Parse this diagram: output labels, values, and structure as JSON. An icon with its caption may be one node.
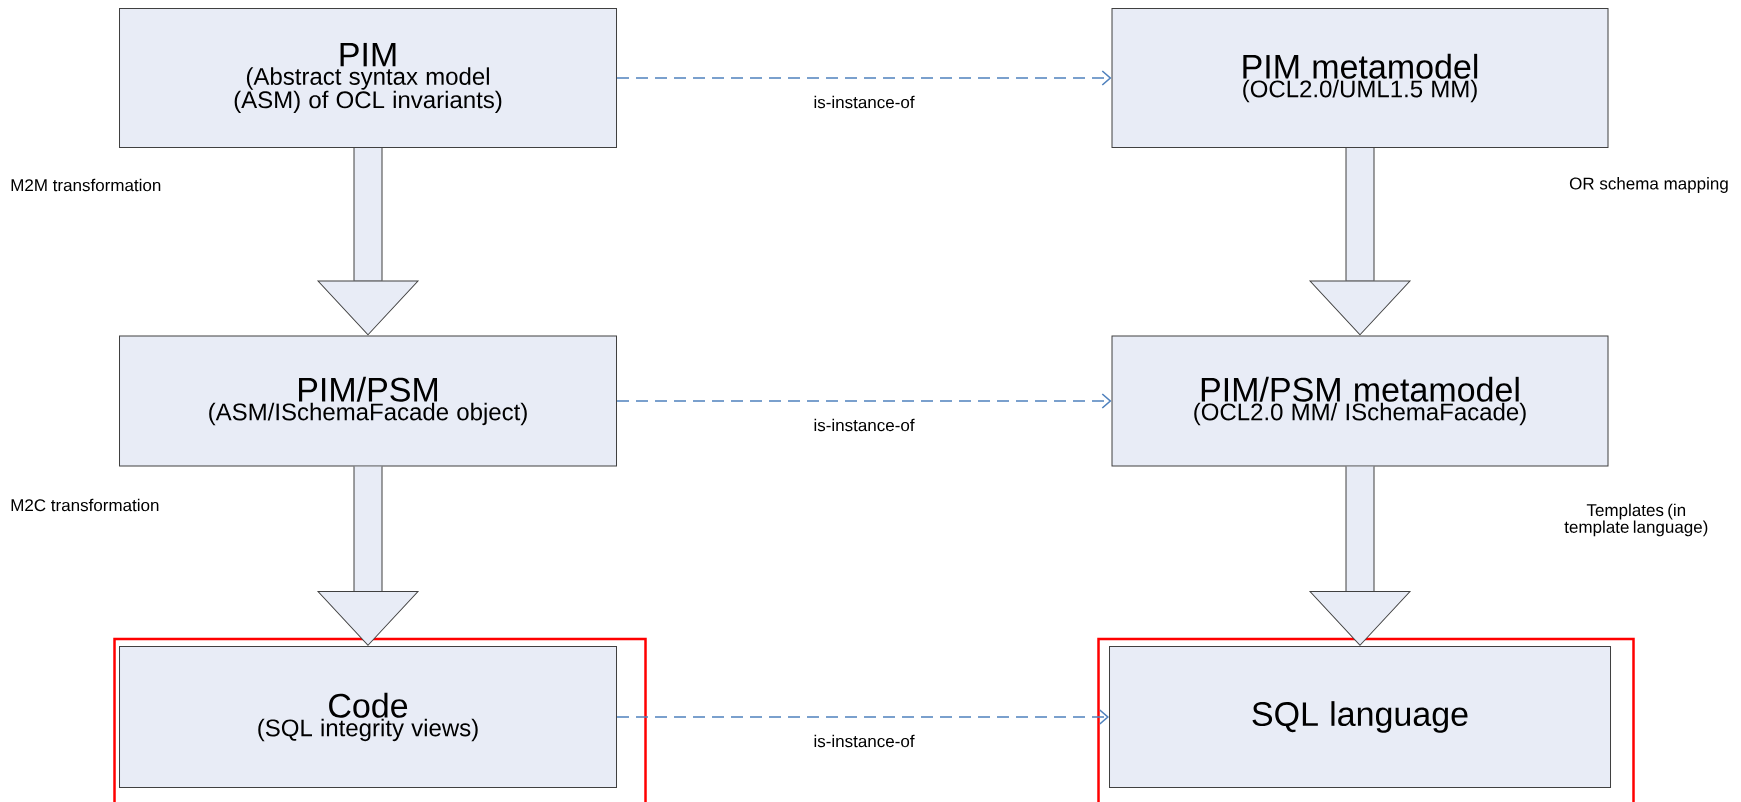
{
  "diagram": {
    "nodes": [
      {
        "text": [
          "PIM",
          "(Abstract syntax model (ASM) of OCL invariants)"
        ]
      },
      {
        "text": [
          "PIM metamodel",
          "(OCL2.0/UML1.5 MM)"
        ]
      },
      {
        "text": [
          "PIM/PSM",
          "(ASM/ISchemaFacade object)"
        ]
      },
      {
        "text": [
          "PIM/PSM metamodel",
          "(OCL2.0 MM/ ISchemaFacade)"
        ]
      },
      {
        "text": [],
        "shape": "box"
      },
      {
        "text": [
          "Code",
          "(SQL integrity views)"
        ],
        "in": 4
      },
      {
        "text": [],
        "shape": "box"
      },
      {
        "text": [
          "SQL language"
        ],
        "in": 6
      }
    ],
    "edges": [
      {
        "from": 0,
        "to": 1,
        "arrow": "to",
        "label": "is-instance-of",
        "style": "dashed",
        "color": "#4f81bd"
      },
      {
        "from": 0,
        "to": 2,
        "arrow": "to"
      },
      {
        "from": 1,
        "to": 3,
        "arrow": "to"
      },
      {
        "from": 2,
        "to": 3,
        "arrow": "to",
        "label": "is-instance-of",
        "style": "dashed",
        "color": "#4f81bd"
      },
      {
        "from": 2,
        "to": 5,
        "arrow": "to"
      },
      {
        "from": 3,
        "to": 7,
        "arrow": "to"
      },
      {
        "from": 5,
        "to": 7,
        "arrow": "to",
        "label": "is-instance-of",
        "style": "dashed",
        "color": "#4f81bd"
      }
    ],
    "labels": [
      "M2M transformation",
      "OR schema mapping",
      "M2C transformation",
      "Templates (in template language)"
    ]
  }
}
